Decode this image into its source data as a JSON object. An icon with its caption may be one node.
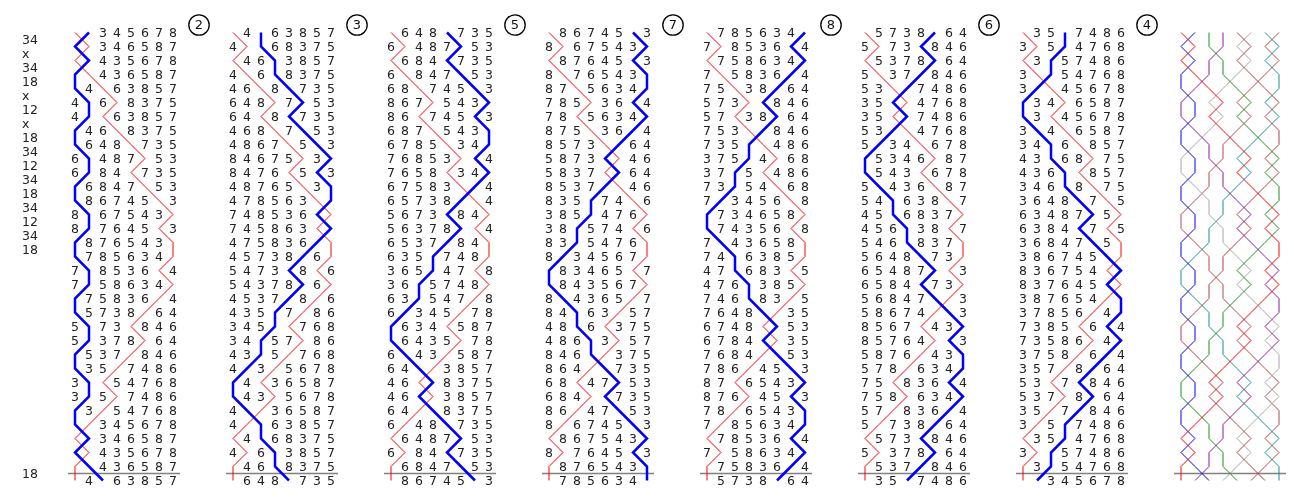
{
  "diagram": {
    "nodes": [
      {
        "text": [
          "2"
        ]
      },
      {
        "text": [
          "3"
        ]
      },
      {
        "text": [
          "5"
        ]
      },
      {
        "text": [
          "7"
        ]
      },
      {
        "text": [
          "8"
        ]
      },
      {
        "text": [
          "6"
        ]
      },
      {
        "text": [
          "4"
        ]
      }
    ],
    "labels": [
      "34",
      "x",
      "34",
      "18",
      "x",
      "12",
      "x",
      "18",
      "34",
      "12",
      "34",
      "18",
      "34",
      "12",
      "34",
      "18",
      "18",
      "3 4 5 6 7 8",
      "3 4 6 5 8 7",
      "4 3 5 6 7 8",
      "4 3 6 5 8 7",
      "4 6 3 8 5 7",
      "4 6 8 3 7 5",
      "4 6 3 8 5 7",
      "4 6 8 3 7 5",
      "6 4 8 7 3 5",
      "6 4 8 7 5 3",
      "6 8 4 7 3 5",
      "6 8 4 7 5 3",
      "8 6 7 4 5 3",
      "8 6 7 5 4 3",
      "8 7 6 4 5 3",
      "8 7 6 5 4 3",
      "7 8 5 6 3 4",
      "7 8 5 3 6 4",
      "7 5 8 6 3 4",
      "7 5 8 3 6 4",
      "5 7 3 8 6 4",
      "5 7 3 8 4 6",
      "5 3 7 8 6 4",
      "5 3 7 8 4 6",
      "3 5 7 4 8 6",
      "3 5 4 7 6 8",
      "3 5 7 4 8 6",
      "3 5 4 7 6 8",
      "3 4 5 6 7 8",
      "3 4 6 5 8 7",
      "4 3 5 6 7 8",
      "4 3 6 5 8 7",
      "4 6 3 8 5 7",
      "4 6 3 8 5 7",
      "4 6 8 3 7 5",
      "4 6 3 8 5 7",
      "4 6 8 3 7 5",
      "4 6 8 7 3 5",
      "6 4 8 7 5 3",
      "6 4 8 7 3 5",
      "4 6 8 7 5 3",
      "4 8 6 7 5 3",
      "8 4 6 7 5 3",
      "8 4 7 6 5 3",
      "4 8 7 6 5 3",
      "4 7 8 5 6 3",
      "7 4 8 5 3 6",
      "7 4 5 8 6 3",
      "4 7 5 8 3 6",
      "4 5 7 3 8 6",
      "5 4 7 3 8 6",
      "5 4 3 7 8 6",
      "4 5 3 7 8 6",
      "4 3 5 7 8 6",
      "3 4 5 7 6 8",
      "3 4 5 7 8 6",
      "4 3 5 7 6 8",
      "4 3 5 6 7 8",
      "4 3 6 5 8 7",
      "4 3 5 6 7 8",
      "4 3 6 5 8 7",
      "4 6 3 8 5 7",
      "4 6 8 3 7 5",
      "4 6 3 8 5 7",
      "4 6 8 3 7 5",
      "6 4 8 7 3 5",
      "6 4 8 7 3 5",
      "6 4 8 7 5 3",
      "6 8 4 7 3 5",
      "6 8 4 7 5 3",
      "6 8 7 4 5 3",
      "8 6 7 5 4 3",
      "8 6 7 4 5 3",
      "6 8 7 5 4 3",
      "6 7 8 5 3 4",
      "7 6 8 5 3 4",
      "7 6 5 8 3 4",
      "6 7 5 8 3 4",
      "6 5 7 3 8 4",
      "5 6 7 3 8 4",
      "5 6 3 7 8 4",
      "6 5 3 7 8 4",
      "6 3 5 7 4 8",
      "3 6 5 4 7 8",
      "3 6 5 7 4 8",
      "6 3 5 4 7 8",
      "6 3 4 5 7 8",
      "6 3 4 5 8 7",
      "6 4 3 5 7 8",
      "6 4 3 5 8 7",
      "6 4 3 8 5 7",
      "4 6 8 3 7 5",
      "4 6 3 8 5 7",
      "6 4 8 3 7 5",
      "6 4 8 7 3 5",
      "6 4 8 7 5 3",
      "6 8 4 7 3 5",
      "6 8 4 7 5 3",
      "8 6 7 4 5 3",
      "8 6 7 4 5 3",
      "8 6 7 5 4 3",
      "8 7 6 4 5 3",
      "8 7 6 5 4 3",
      "8 7 5 6 3 4",
      "7 8 5 3 6 4",
      "7 8 5 6 3 4",
      "8 7 5 3 6 4",
      "8 5 7 3 6 4",
      "5 8 7 3 4 6",
      "5 8 3 7 6 4",
      "8 5 3 7 4 6",
      "8 3 5 7 4 6",
      "3 8 5 4 7 6",
      "3 8 5 7 4 6",
      "8 3 5 4 7 6",
      "8 3 4 5 6 7",
      "8 3 4 6 5 7",
      "8 4 3 5 6 7",
      "8 4 3 6 5 7",
      "8 4 6 3 5 7",
      "4 8 6 3 7 5",
      "4 8 6 3 5 7",
      "8 4 6 3 7 5",
      "8 6 4 7 3 5",
      "6 8 4 7 5 3",
      "6 8 4 7 3 5",
      "8 6 4 7 5 3",
      "8 6 7 4 5 3",
      "8 6 7 5 4 3",
      "8 7 6 4 5 3",
      "8 7 6 5 4 3",
      "7 8 5 6 3 4",
      "7 8 5 6 3 4",
      "7 8 5 3 6 4",
      "7 5 8 6 3 4",
      "7 5 8 3 6 4",
      "7 5 3 8 6 4",
      "5 7 3 8 4 6",
      "5 7 3 8 6 4",
      "7 5 3 8 4 6",
      "7 3 5 4 8 6",
      "3 7 5 4 6 8",
      "3 7 5 4 8 6",
      "7 3 5 4 6 8",
      "7 3 4 5 6 8",
      "7 3 4 6 5 8",
      "7 4 3 5 6 8",
      "7 4 3 6 5 8",
      "7 4 6 3 8 5",
      "4 7 6 8 3 5",
      "4 7 6 3 8 5",
      "7 4 6 8 3 5",
      "7 6 4 8 3 5",
      "6 7 4 8 5 3",
      "6 7 8 4 3 5",
      "7 6 8 4 5 3",
      "7 8 6 4 5 3",
      "8 7 6 5 4 3",
      "8 7 6 4 5 3",
      "7 8 6 5 4 3",
      "7 8 5 6 3 4",
      "7 8 5 3 6 4",
      "7 5 8 6 3 4",
      "7 5 8 3 6 4",
      "5 7 3 8 6 4",
      "5 7 3 8 6 4",
      "5 7 3 8 4 6",
      "5 3 7 8 6 4",
      "5 3 7 8 4 6",
      "5 3 7 4 8 6",
      "3 5 4 7 6 8",
      "3 5 7 4 8 6",
      "5 3 4 7 6 8",
      "5 3 4 6 7 8",
      "5 3 4 6 8 7",
      "5 4 3 6 7 8",
      "5 4 3 6 8 7",
      "5 4 6 3 8 7",
      "4 5 6 8 3 7",
      "4 5 6 3 8 7",
      "5 4 6 8 3 7",
      "5 6 4 8 7 3",
      "6 5 4 8 7 3",
      "6 5 8 4 7 3",
      "5 6 8 4 7 3",
      "5 8 6 7 4 3",
      "8 5 6 7 4 3",
      "8 5 7 6 4 3",
      "5 8 7 6 4 3",
      "5 7 8 6 3 4",
      "7 5 8 3 6 4",
      "7 5 8 6 3 4",
      "5 7 8 3 6 4",
      "5 7 3 8 6 4",
      "5 7 3 8 4 6",
      "5 3 7 8 6 4",
      "5 3 7 8 4 6",
      "3 5 7 4 8 6",
      "3 5 7 4 8 6",
      "3 5 4 7 6 8",
      "3 5 7 4 8 6",
      "3 5 4 7 6 8",
      "3 4 5 6 7 8",
      "3 4 6 5 8 7",
      "3 4 5 6 7 8",
      "3 4 6 5 8 7",
      "3 4 6 8 5 7",
      "4 3 6 8 7 5",
      "4 3 6 8 5 7",
      "3 4 6 8 7 5",
      "3 6 4 8 7 5",
      "6 3 4 8 7 5",
      "6 3 8 4 7 5",
      "3 6 8 4 7 5",
      "3 8 6 7 4 5",
      "8 3 6 7 5 4",
      "8 3 7 6 4 5",
      "3 8 7 6 5 4",
      "3 7 8 5 6 4",
      "7 3 8 5 6 4",
      "7 3 5 8 6 4",
      "3 7 5 8 6 4",
      "3 5 7 8 6 4",
      "5 3 7 8 4 6",
      "5 3 7 8 6 4",
      "3 5 7 8 4 6",
      "3 5 7 4 8 6",
      "3 5 4 7 6 8",
      "3 5 7 4 8 6",
      "3 5 4 7 6 8",
      "3 4 5 6 7 8"
    ]
  }
}
